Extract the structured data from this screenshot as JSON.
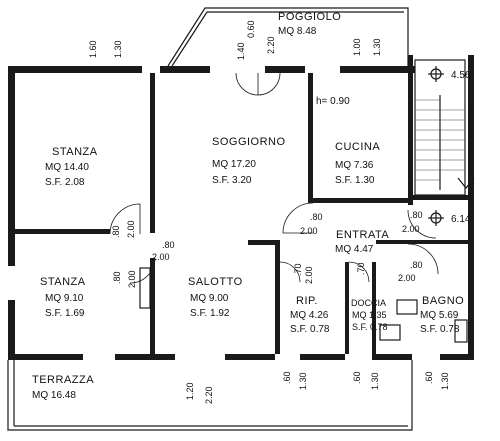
{
  "rooms": {
    "poggiolo": {
      "name": "POGGIOLO",
      "area": "MQ 8.48"
    },
    "stanza_large": {
      "name": "STANZA",
      "area": "MQ 14.40",
      "sf": "S.F. 2.08"
    },
    "soggiorno": {
      "name": "SOGGIORNO",
      "area": "MQ 17.20",
      "sf": "S.F. 3.20"
    },
    "cucina": {
      "name": "CUCINA",
      "area": "MQ 7.36",
      "sf": "S.F. 1.30"
    },
    "entrata": {
      "name": "ENTRATA",
      "area": "MQ 4.47"
    },
    "stanza_small": {
      "name": "STANZA",
      "area": "MQ 9.10",
      "sf": "S.F. 1.69"
    },
    "salotto": {
      "name": "SALOTTO",
      "area": "MQ 9.00",
      "sf": "S.F. 1.92"
    },
    "ripostiglio": {
      "name": "RIP.",
      "area": "MQ 4.26",
      "sf": "S.F. 0.78"
    },
    "doccia": {
      "name": "DOCCIA",
      "area": "MQ 1.35",
      "sf": "S.F. 0.78"
    },
    "bagno": {
      "name": "BAGNO",
      "area": "MQ 5.69",
      "sf": "S.F. 0.78"
    },
    "terrazza": {
      "name": "TERRAZZA",
      "area": "MQ 16.48"
    }
  },
  "annotations": {
    "ceiling_height": "h= 0.90",
    "level_top": "4.56",
    "level_mid": "6.14"
  },
  "dimensions": {
    "d_160": "1.60",
    "d_130a": "1.30",
    "d_140": "1.40",
    "d_060": "0.60",
    "d_220a": "2.20",
    "d_100": "1.00",
    "d_130b": "1.30",
    "d_080_stanza": ".80",
    "d_200_stanza": "2.00",
    "d_080_salotto": ".80",
    "d_200_salotto": "2.00",
    "d_080_small": ".80",
    "d_200_small": "2.00",
    "d_080_cucina": ".80",
    "d_200_cucina": "2.00",
    "d_080_entrata": ".80",
    "d_200_entrata": "2.00",
    "d_070_rip": ".70",
    "d_200_rip": "2.00",
    "d_070_doc": ".70",
    "d_080_bagno": ".80",
    "d_200_bagno": "2.00",
    "d_120": "1.20",
    "d_220b": "2.20",
    "d_060b": ".60",
    "d_130c": "1.30",
    "d_060c": ".60",
    "d_130d": "1.30",
    "d_060d": ".60",
    "d_130e": "1.30"
  }
}
